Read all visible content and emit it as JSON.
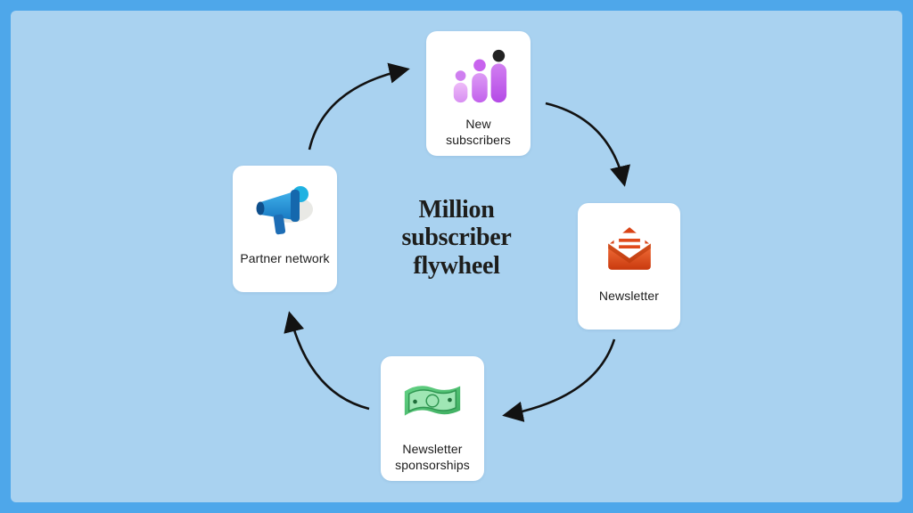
{
  "title": "Million subscriber flywheel",
  "nodes": [
    {
      "label": "New subscribers",
      "icon": "subscribers-growth-icon",
      "position": "top"
    },
    {
      "label": "Newsletter",
      "icon": "open-envelope-icon",
      "position": "right"
    },
    {
      "label": "Newsletter sponsorships",
      "icon": "banknote-icon",
      "position": "bottom"
    },
    {
      "label": "Partner network",
      "icon": "megaphone-icon",
      "position": "left"
    }
  ],
  "flow": [
    "Partner network -> New subscribers",
    "New subscribers -> Newsletter",
    "Newsletter -> Newsletter sponsorships",
    "Newsletter sponsorships -> Partner network"
  ],
  "colors": {
    "frame_border": "#4ea7ea",
    "background": "#a9d2f0",
    "card": "#ffffff",
    "arrow": "#121212",
    "title_text": "#1d1d1b",
    "icon_purple": "#c765ee",
    "icon_red": "#de4417",
    "icon_green": "#4fbf72",
    "icon_blue": "#2692d8"
  }
}
